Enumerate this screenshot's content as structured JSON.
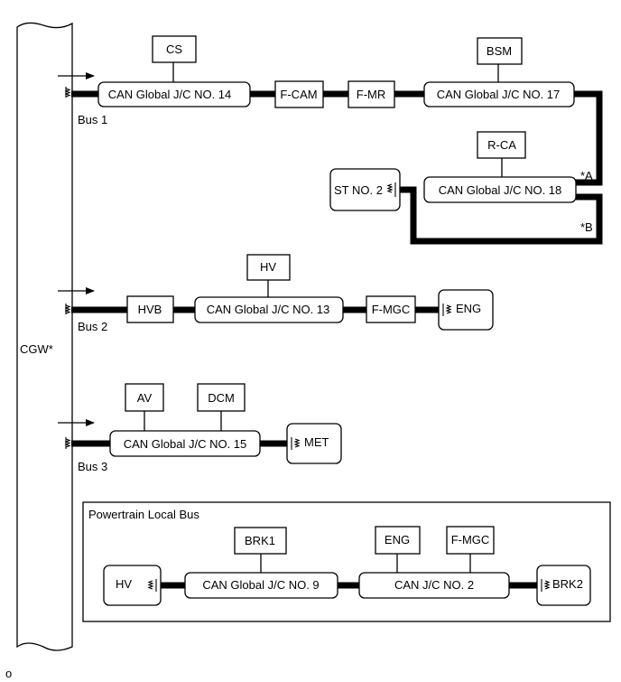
{
  "cgw": "CGW*",
  "footer_mark": "o",
  "bus1": {
    "label": "Bus 1",
    "jc14": "CAN Global J/C NO. 14",
    "jc17": "CAN Global J/C NO. 17",
    "jc18": "CAN Global J/C NO. 18",
    "cs": "CS",
    "fcam": "F-CAM",
    "fmr": "F-MR",
    "bsm": "BSM",
    "rca": "R-CA",
    "st2": "ST NO. 2",
    "mark_a": "*A",
    "mark_b": "*B"
  },
  "bus2": {
    "label": "Bus 2",
    "hvb": "HVB",
    "jc13": "CAN Global J/C NO. 13",
    "hv": "HV",
    "fmgc": "F-MGC",
    "eng": "ENG"
  },
  "bus3": {
    "label": "Bus 3",
    "jc15": "CAN Global J/C NO. 15",
    "av": "AV",
    "dcm": "DCM",
    "met": "MET"
  },
  "ptlb": {
    "title": "Powertrain Local Bus",
    "hv": "HV",
    "jc9": "CAN Global J/C NO. 9",
    "brk1": "BRK1",
    "jc2": "CAN J/C NO. 2",
    "eng": "ENG",
    "fmgc": "F-MGC",
    "brk2": "BRK2"
  }
}
